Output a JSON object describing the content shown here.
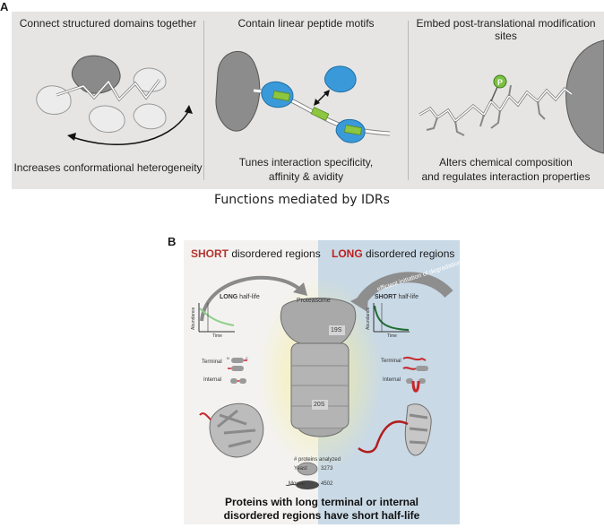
{
  "panel_a": {
    "letter": "A",
    "col1": {
      "header": "Connect structured domains together",
      "footer": "Increases conformational heterogeneity"
    },
    "col2": {
      "header": "Contain linear peptide motifs",
      "footer_line1": "Tunes interaction specificity,",
      "footer_line2": "affinity & avidity"
    },
    "col3": {
      "header": "Embed post-translational modification sites",
      "footer_line1": "Alters chemical composition",
      "footer_line2": "and regulates interaction properties",
      "phospho_label": "P"
    }
  },
  "caption": "Functions mediated by IDRs",
  "panel_b": {
    "letter": "B",
    "short_title_bold": "SHORT",
    "short_title_rest": " disordered regions",
    "long_title_bold": "LONG",
    "long_title_rest": " disordered regions",
    "arrow_text": "efficient initiation of degradation",
    "proteasome_label": "Proteasome",
    "label_19s": "19S",
    "label_20s": "20S",
    "left_halflife_bold": "LONG",
    "left_halflife_rest": " half-life",
    "right_halflife_bold": "SHORT",
    "right_halflife_rest": " half-life",
    "axis_abundance": "Abundance",
    "axis_time": "Time",
    "terminal_label": "Terminal",
    "internal_label": "Internal",
    "n_label": "N",
    "c_label": "C",
    "proteins_analyzed": "# proteins analyzed",
    "yeast_label": "Yeast",
    "yeast_count": "3273",
    "mouse_label": "Mouse",
    "mouse_count": "4502",
    "conclusion_line1": "Proteins with long terminal or internal",
    "conclusion_line2": "disordered regions have short half-life"
  },
  "colors": {
    "panel_a_bg": "#e6e5e4",
    "short_bg": "#f3f2f1",
    "long_bg": "#c9d9e6",
    "motif_blue": "#3a9ad9",
    "motif_green": "#8dc63f",
    "disorder_red": "#c8282a",
    "short_red": "#b3342f",
    "long_red": "#c0201f"
  }
}
